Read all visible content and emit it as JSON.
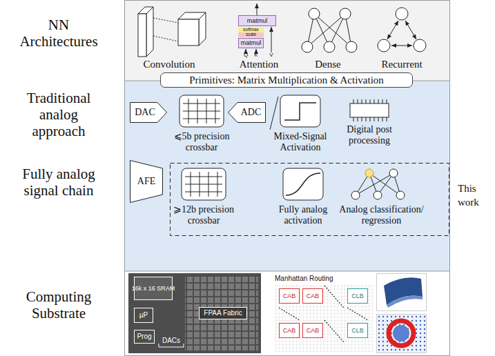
{
  "diagram": {
    "nodes": [
      {
        "text": [
          "Primitives: Matrix Multiplication & Activation"
        ]
      },
      {
        "text": [
          "matmul"
        ]
      },
      {
        "text": [
          "softmax"
        ]
      },
      {
        "text": [
          "scale"
        ]
      },
      {
        "text": [
          "matmul"
        ]
      },
      {
        "text": [
          "DAC"
        ]
      },
      {
        "text": [
          "⩽5b precision crossbar"
        ]
      },
      {
        "text": [
          "ADC"
        ]
      },
      {
        "text": [
          "Mixed-Signal Activation"
        ]
      },
      {
        "text": [
          "Digital post processing"
        ]
      },
      {
        "text": [
          "AFE"
        ]
      },
      {
        "text": [
          "This work"
        ]
      },
      {
        "text": [
          "⩾12b precision crossbar"
        ],
        "in": 11
      },
      {
        "text": [
          "Fully analog activation"
        ],
        "in": 11
      },
      {
        "text": [
          "Analog classification/ regression"
        ],
        "in": 11
      },
      {
        "text": [
          "16k x 16 SRAM"
        ]
      },
      {
        "text": [
          "µP"
        ]
      },
      {
        "text": [
          "Prog"
        ]
      },
      {
        "text": [
          "FPAA Fabric"
        ]
      },
      {
        "text": [
          "CAB"
        ]
      },
      {
        "text": [
          "CAB"
        ]
      },
      {
        "text": [
          "CLB"
        ]
      },
      {
        "text": [
          "CAB"
        ]
      },
      {
        "text": [
          "CAB"
        ]
      },
      {
        "text": [
          "CLB"
        ]
      }
    ],
    "labels": [
      "NN Architectures",
      "Traditional analog approach",
      "Fully analog signal chain",
      "Computing Substrate",
      "Convolution",
      "Attention",
      "Dense",
      "Recurrent",
      "Q",
      "K",
      "V",
      "DACs",
      "Manhattan Routing"
    ]
  }
}
